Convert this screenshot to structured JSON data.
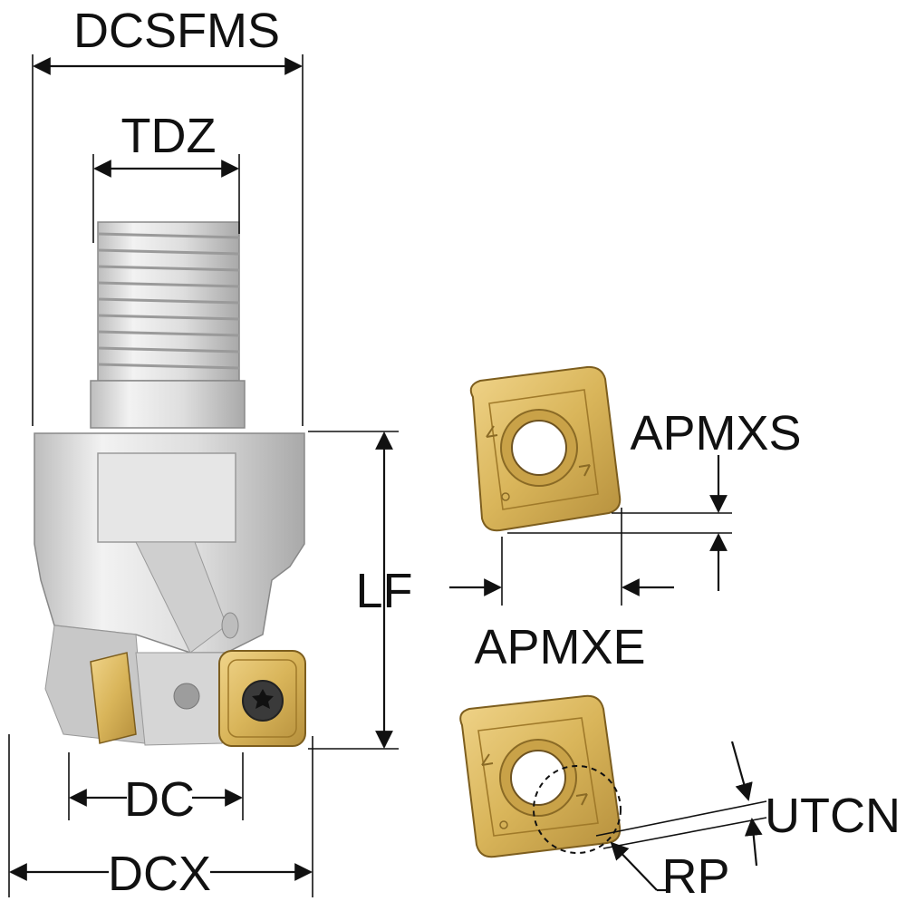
{
  "labels": {
    "dcsfms": "DCSFMS",
    "tdz": "TDZ",
    "lf": "LF",
    "apmxs": "APMXS",
    "apmxe": "APMXE",
    "dc": "DC",
    "dcx": "DCX",
    "utcn": "UTCN",
    "rp": "RP"
  },
  "colors": {
    "insert_gold": "#d9b55a",
    "insert_edge": "#a07a2a",
    "body_steel": "#dcdcdc",
    "body_shade": "#b9b9b9",
    "line": "#111111"
  }
}
